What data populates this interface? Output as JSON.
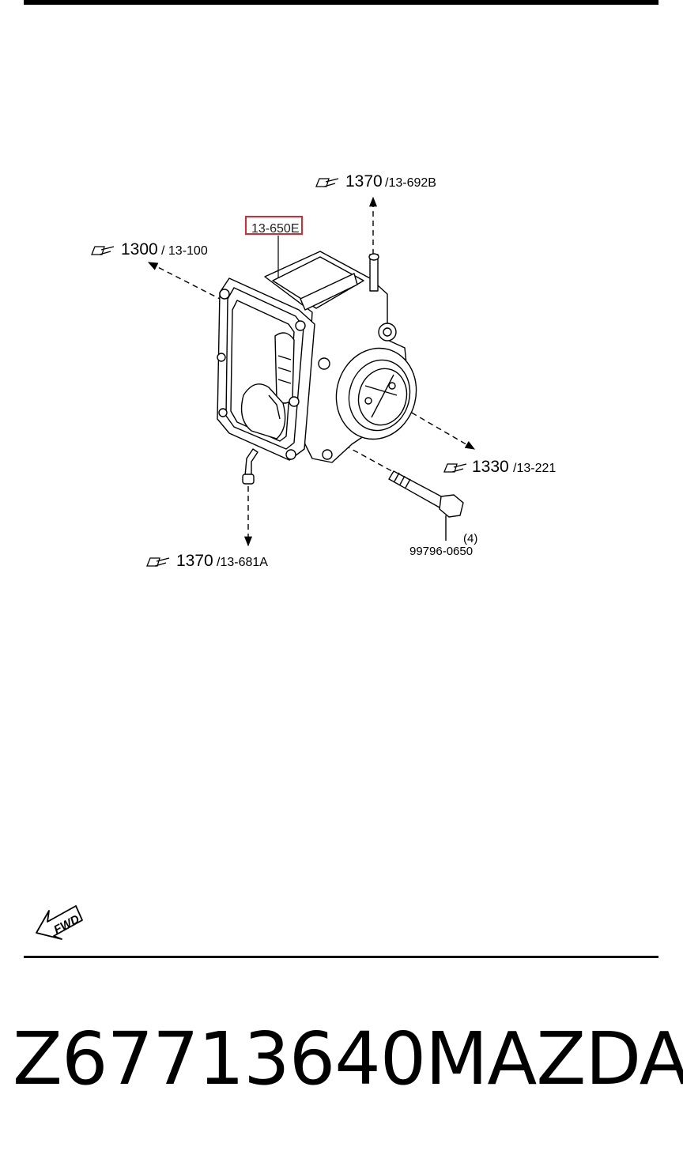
{
  "diagram": {
    "callouts": [
      {
        "id": "top",
        "page": "1370",
        "ref": "/13-692B"
      },
      {
        "id": "left",
        "page": "1300",
        "ref": "/ 13-100"
      },
      {
        "id": "right",
        "page": "1330",
        "ref": "/13-221"
      },
      {
        "id": "bottom",
        "page": "1370",
        "ref": "/13-681A"
      }
    ],
    "highlighted_part": "13-650E",
    "bolt_quantity": "(4)",
    "bolt_part_number": "99796-0650",
    "fwd_label": "FWD",
    "highlight_color": "#e3262e"
  },
  "footer": {
    "part_number": "Z67713640",
    "brand": "MAZDA"
  }
}
